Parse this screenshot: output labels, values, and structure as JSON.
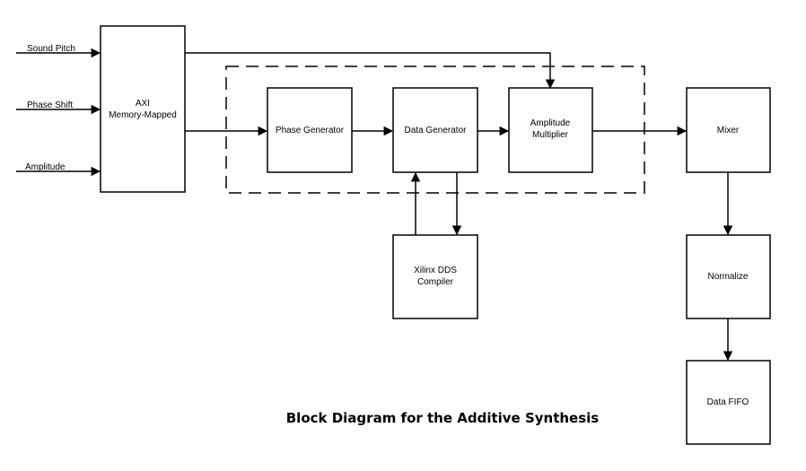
{
  "inputs": {
    "sound_pitch": "Sound Pitch",
    "phase_shift": "Phase Shift",
    "amplitude": "Amplitude"
  },
  "blocks": {
    "axi_line1": "AXI",
    "axi_line2": "Memory-Mapped",
    "phase_generator": "Phase Generator",
    "data_generator": "Data Generator",
    "amp_mult_line1": "Amplitude",
    "amp_mult_line2": "Multiplier",
    "mixer": "Mixer",
    "dds_line1": "Xilinx DDS",
    "dds_line2": "Compiler",
    "normalize": "Normalize",
    "data_fifo": "Data FIFO"
  },
  "caption": "Block Diagram for the Additive Synthesis"
}
